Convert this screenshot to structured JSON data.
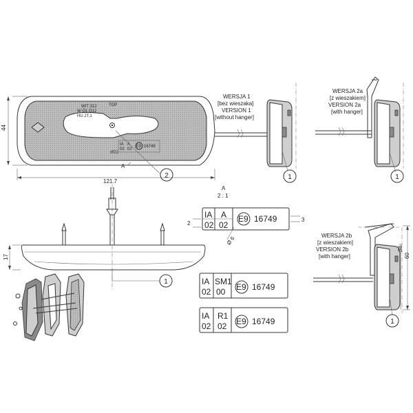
{
  "dimensions": {
    "length": "121.7",
    "height": "44",
    "side_height": "17",
    "v2a_height": "38",
    "v2b_height": "60",
    "detail_small_2": "2",
    "detail_small_3": "3",
    "detail_dia": "Ø 6"
  },
  "detail_view": {
    "label": "A",
    "scale": "2 : 1"
  },
  "section_label": "A",
  "callouts": [
    "1",
    "2"
  ],
  "lens_text": {
    "top": "TOP",
    "top_rot": "TOP"
  },
  "versions": {
    "v1": [
      "WERSJA 1",
      "[bez wieszaka]",
      "VERSION 1",
      "[without hanger]"
    ],
    "v2a": [
      "WERSJA 2a",
      "[z wieszakiem]",
      "VERSION 2a",
      "[with hanger]"
    ],
    "v2b": [
      "WERSJA 2b",
      "[z wieszakiem]",
      "VERSION 2b",
      "[with hanger]"
    ]
  },
  "plates": {
    "detail": {
      "c1a": "IA",
      "c1b": "02",
      "c2a": "A",
      "c2b": "02",
      "mark": "E9",
      "num": "16749"
    },
    "sm1": {
      "c1a": "IA",
      "c1b": "02",
      "c2a": "SM1",
      "c2b": "00",
      "mark": "E9",
      "num": "16749"
    },
    "r1": {
      "c1a": "IA",
      "c1b": "02",
      "c2a": "R1",
      "c2b": "02",
      "mark": "E9",
      "num": "16749"
    },
    "lens": {
      "c1a": "IA",
      "c1b": "02",
      "c2a": "A",
      "c2b": "02",
      "mark": "E9",
      "num": "16749"
    }
  }
}
